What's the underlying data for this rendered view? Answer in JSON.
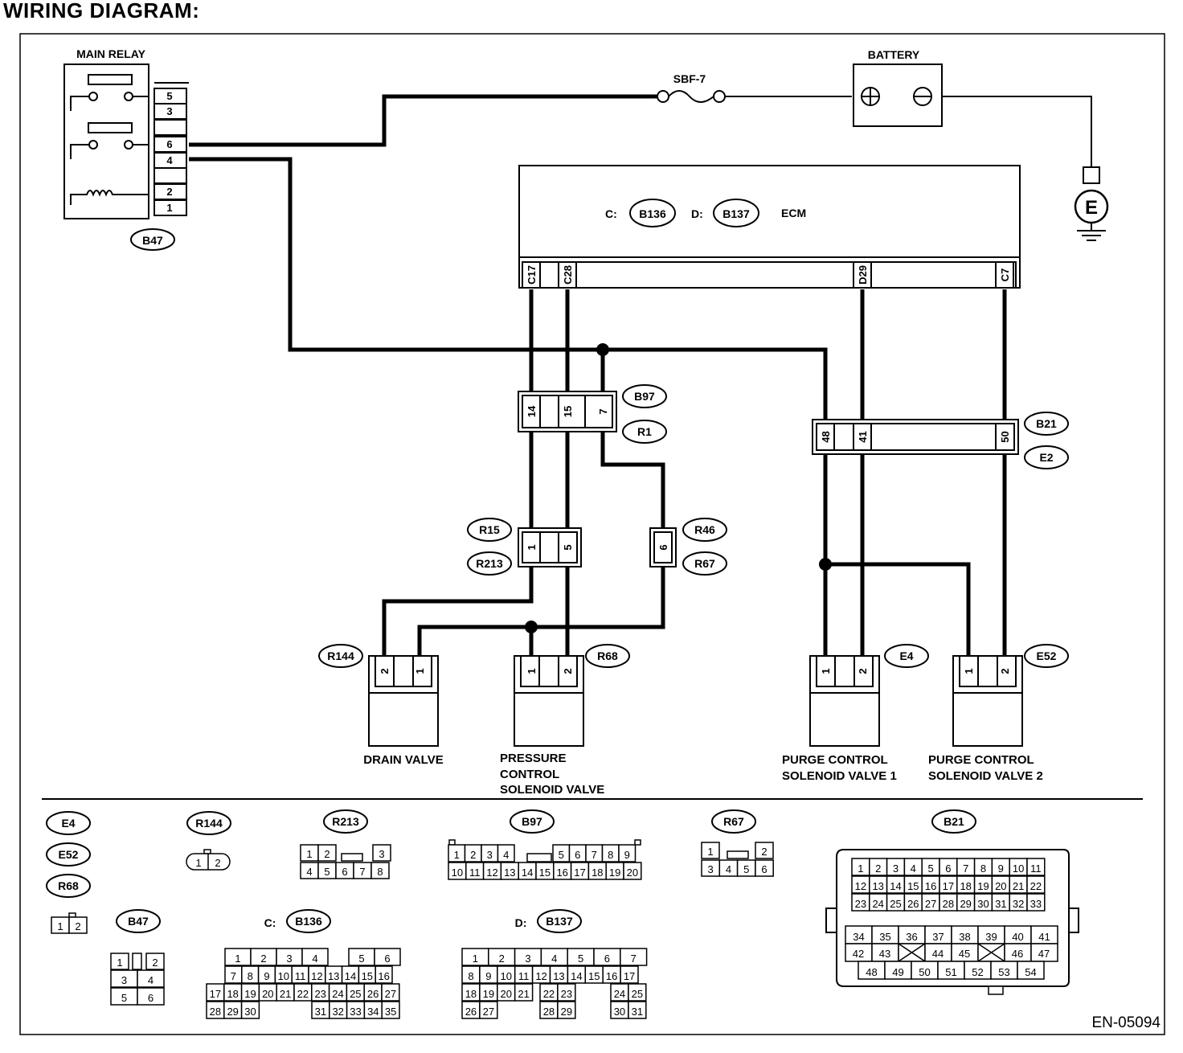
{
  "heading": "WIRING DIAGRAM:",
  "doc_code": "EN-05094",
  "components": {
    "main_relay": "MAIN RELAY",
    "battery": "BATTERY",
    "fuse": "SBF-7",
    "ground": "E",
    "ecm": "ECM",
    "ecm_c_prefix": "C:",
    "ecm_d_prefix": "D:",
    "drain_valve": "DRAIN VALVE",
    "pressure_valve": [
      "PRESSURE",
      "CONTROL",
      "SOLENOID VALVE"
    ],
    "purge1": [
      "PURGE CONTROL",
      "SOLENOID VALVE 1"
    ],
    "purge2": [
      "PURGE CONTROL",
      "SOLENOID VALVE 2"
    ]
  },
  "relay_pins": [
    "5",
    "3",
    "",
    "6",
    "4",
    "",
    "2",
    "1"
  ],
  "ecm_pins": [
    "C17",
    "C28",
    "D29",
    "C7"
  ],
  "connectors": {
    "B47": "B47",
    "B136": "B136",
    "B137": "B137",
    "B97": "B97",
    "R1": "R1",
    "B21": "B21",
    "E2": "E2",
    "R15": "R15",
    "R213": "R213",
    "R46": "R46",
    "R67": "R67",
    "R144": "R144",
    "R68": "R68",
    "E4": "E4",
    "E52": "E52"
  },
  "pins": {
    "b97": [
      "14",
      "15",
      "7"
    ],
    "b21": [
      "48",
      "41",
      "50"
    ],
    "r15": [
      "1",
      "5"
    ],
    "r46": "6",
    "drain": [
      "2",
      "1"
    ],
    "pressure": [
      "1",
      "2"
    ],
    "purge1": [
      "1",
      "2"
    ],
    "purge2": [
      "1",
      "2"
    ]
  },
  "legend": {
    "E4": "E4",
    "E52": "E52",
    "R68": "R68",
    "R144": "R144",
    "R213": "R213",
    "B97": "B97",
    "R67": "R67",
    "B21": "B21",
    "B47": "B47",
    "C_prefix": "C:",
    "C_code": "B136",
    "D_prefix": "D:",
    "D_code": "B137",
    "two_pin": [
      "1",
      "2"
    ],
    "r213_rows": [
      [
        "1",
        "2",
        "",
        "3"
      ],
      [
        "4",
        "5",
        "6",
        "7",
        "8"
      ]
    ],
    "b97_rows": [
      [
        "1",
        "2",
        "3",
        "4",
        "5",
        "6",
        "7",
        "8",
        "9"
      ],
      [
        "10",
        "11",
        "12",
        "13",
        "14",
        "15",
        "16",
        "17",
        "18",
        "19",
        "20"
      ]
    ],
    "r67_rows": [
      [
        "1",
        "2"
      ],
      [
        "3",
        "4",
        "5",
        "6"
      ]
    ],
    "b47_rows": [
      [
        "1",
        "",
        "2"
      ],
      [
        "3",
        "4"
      ],
      [
        "5",
        "6"
      ]
    ],
    "b136_rows": [
      [
        "1",
        "2",
        "3",
        "4",
        "5",
        "6"
      ],
      [
        "7",
        "8",
        "9",
        "10",
        "11",
        "12",
        "13",
        "14",
        "15",
        "16"
      ],
      [
        "17",
        "18",
        "19",
        "20",
        "21",
        "22",
        "23",
        "24",
        "25",
        "26",
        "27"
      ],
      [
        "28",
        "29",
        "30",
        "31",
        "32",
        "33",
        "34",
        "35"
      ]
    ],
    "b137_rows": [
      [
        "1",
        "2",
        "3",
        "4",
        "5",
        "6",
        "7"
      ],
      [
        "8",
        "9",
        "10",
        "11",
        "12",
        "13",
        "14",
        "15",
        "16",
        "17"
      ],
      [
        "18",
        "19",
        "20",
        "21",
        "22",
        "23",
        "24",
        "25"
      ],
      [
        "26",
        "27",
        "28",
        "29",
        "30",
        "31"
      ]
    ],
    "b21_rows": [
      [
        "1",
        "2",
        "3",
        "4",
        "5",
        "6",
        "7",
        "8",
        "9",
        "10",
        "11"
      ],
      [
        "12",
        "13",
        "14",
        "15",
        "16",
        "17",
        "18",
        "19",
        "20",
        "21",
        "22"
      ],
      [
        "23",
        "24",
        "25",
        "26",
        "27",
        "28",
        "29",
        "30",
        "31",
        "32",
        "33"
      ],
      [
        "34",
        "35",
        "36",
        "37",
        "38",
        "39",
        "40",
        "41"
      ],
      [
        "42",
        "43",
        "44",
        "45",
        "46",
        "47"
      ],
      [
        "48",
        "49",
        "50",
        "51",
        "52",
        "53",
        "54"
      ]
    ]
  }
}
